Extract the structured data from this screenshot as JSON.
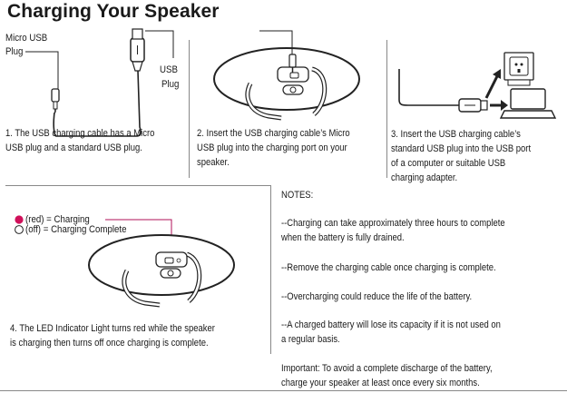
{
  "title": "Charging Your Speaker",
  "step1": {
    "label_micro": [
      "Micro USB",
      "Plug"
    ],
    "label_usb": [
      "USB",
      "Plug"
    ],
    "text": [
      "1. The USB charging cable has a Micro",
      "USB plug and a standard USB plug."
    ]
  },
  "step2": {
    "text": [
      "2. Insert the USB charging cable’s Micro",
      "USB plug into the charging port on your",
      "speaker."
    ]
  },
  "step3": {
    "text": [
      "3. Insert the USB charging cable’s",
      "standard USB plug into the USB port",
      "of a computer or suitable USB",
      "charging adapter."
    ]
  },
  "step4": {
    "legend_red": "(red) = Charging",
    "legend_off": "(off) = Charging Complete",
    "text": [
      "4. The LED Indicator Light turns red while the speaker",
      "is charging then turns off once charging is complete."
    ],
    "led_color": "#d0105a"
  },
  "notes": {
    "heading": "NOTES:",
    "items": [
      [
        "--Charging can take approximately three hours to complete",
        "when the battery is fully drained."
      ],
      [
        "--Remove the charging cable once charging is complete."
      ],
      [
        "--Overcharging could reduce the life of the battery."
      ],
      [
        "--A charged battery will lose its capacity if it is not used on",
        "a regular basis."
      ]
    ],
    "important": [
      "Important: To avoid a complete discharge of the battery,",
      "charge your speaker at least once every six months."
    ]
  }
}
